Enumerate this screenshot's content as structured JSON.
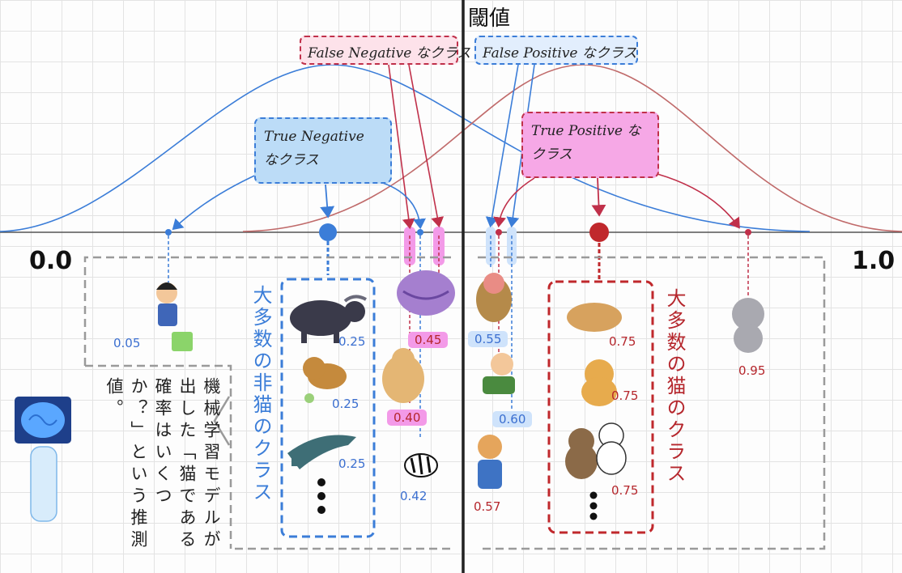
{
  "title": "閾値",
  "axis": {
    "left_label": "0.0",
    "right_label": "1.0"
  },
  "labels": {
    "false_negative": "False Negative なクラス",
    "false_positive": "False Positive なクラス",
    "true_negative": "True Negative なクラス",
    "true_positive": "True Positive なクラス"
  },
  "group_labels": {
    "non_cat": "大多数の非猫のクラス",
    "cat": "大多数の猫のクラス"
  },
  "description": "機械学習モデルが出した「猫である確率はいくつか？」という推測値。",
  "scores": {
    "child": "0.05",
    "buffalo": "0.25",
    "dog": "0.25",
    "crocodile": "0.25",
    "cheshire": "0.45",
    "sumo_cat": "0.40",
    "zebra": "0.42",
    "monkey": "0.55",
    "man": "0.60",
    "cat_costume": "0.57",
    "cat1": "0.75",
    "cat2": "0.75",
    "cat3": "0.75",
    "grey_cat": "0.95"
  },
  "colors": {
    "negative": "#3b7dd8",
    "positive": "#c0304a",
    "threshold": "#222222",
    "grid": "#e3e3e3"
  },
  "icons": [
    "brain-robot-icon",
    "child-icon",
    "buffalo-icon",
    "dog-icon",
    "crocodile-icon",
    "cheshire-cat-icon",
    "sumo-cat-icon",
    "zebra-icon",
    "monkey-icon",
    "man-icon",
    "cat-costume-icon",
    "tabby-cat-icon",
    "grey-cat-icon"
  ]
}
